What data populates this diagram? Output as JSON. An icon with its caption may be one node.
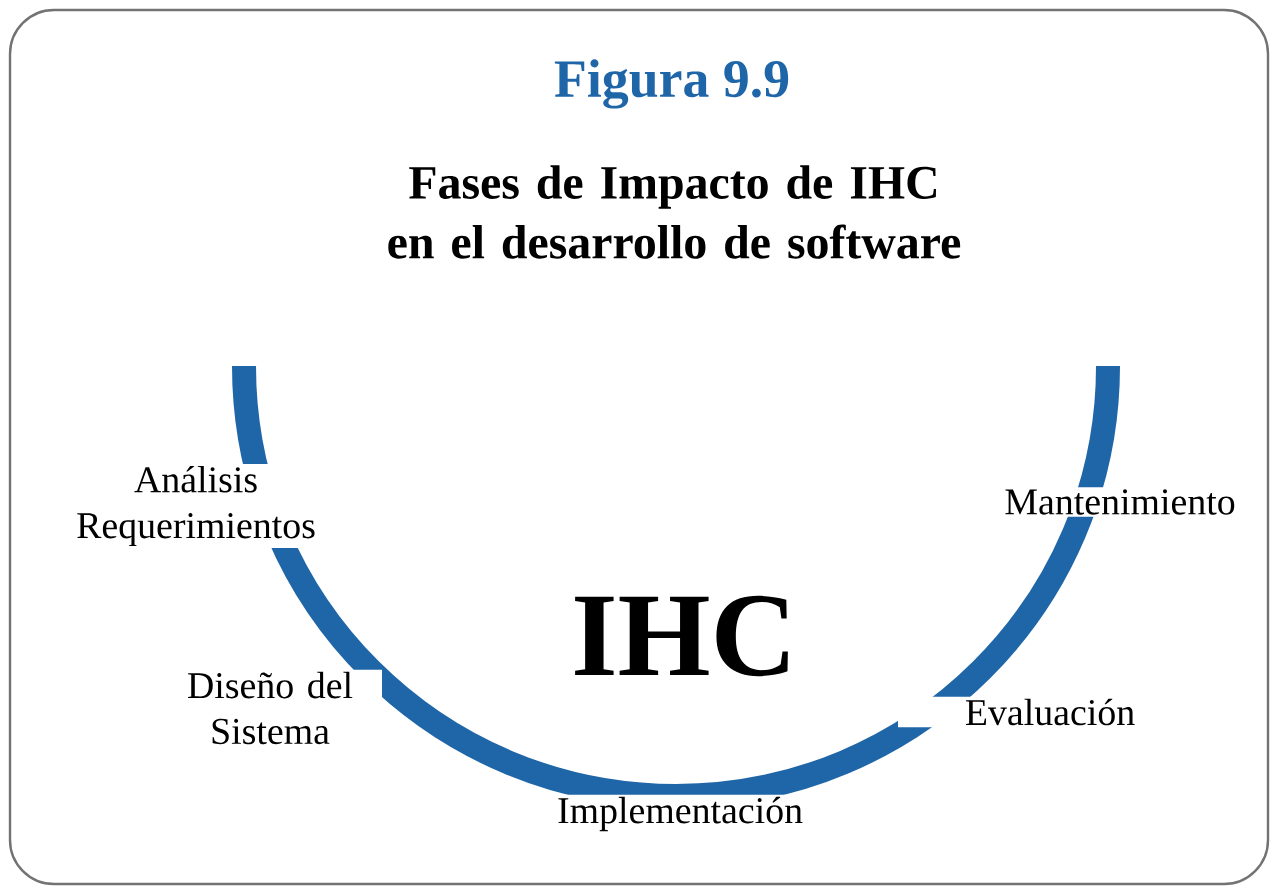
{
  "diagram": {
    "title": "Figura 9.9",
    "labels": [
      "Fases de Impacto de IHC en el desarrollo de software",
      "Análisis Requerimientos",
      "Mantenimiento",
      "IHC",
      "Diseño del Sistema",
      "Evaluación",
      "Implementación"
    ]
  }
}
